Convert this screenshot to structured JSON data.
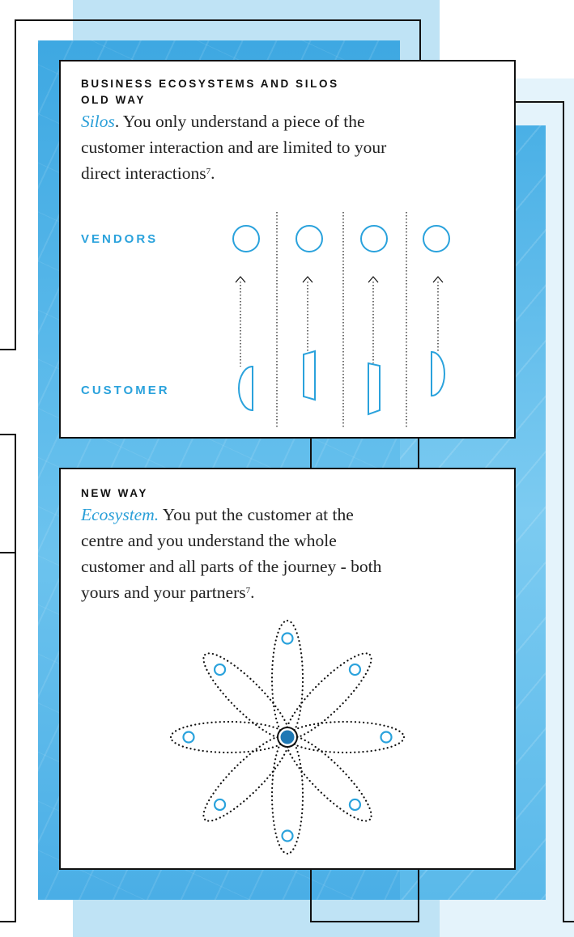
{
  "old_way": {
    "heading_line1": "BUSINESS ECOSYSTEMS AND SILOS",
    "heading_line2": "OLD WAY",
    "lead": "Silos",
    "text_part1": ". You only understand a piece of the",
    "text_part2": "customer interaction and are limited to your",
    "text_part3": "direct interactions",
    "footnote": "7",
    "text_end": ".",
    "vendors_label": "VENDORS",
    "customer_label": "CUSTOMER",
    "silo_count": 4
  },
  "new_way": {
    "heading": "NEW WAY",
    "lead": "Ecosystem.",
    "text_part1": " You put the customer at the",
    "text_part2": "centre and you understand the whole",
    "text_part3": "customer and all parts of the journey - both",
    "text_part4": "yours and your partners",
    "footnote": "7",
    "text_end": ".",
    "petal_count": 8
  },
  "colors": {
    "accent": "#2aa2dc",
    "center_fill": "#1f78b4",
    "line": "#111111"
  }
}
